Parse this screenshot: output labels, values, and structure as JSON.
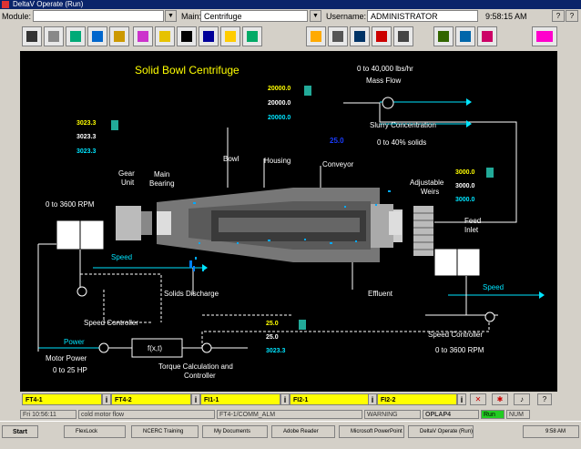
{
  "window": {
    "title": "DeltaV Operate (Run)"
  },
  "topbar": {
    "module_label": "Module:",
    "main_label": "Main:",
    "main_value": "Centrifuge",
    "username_label": "Username:",
    "username_value": "ADMINISTRATOR",
    "time": "9:58:15 AM",
    "help1": "?",
    "help2": "?"
  },
  "display": {
    "title": "Solid Bowl Centrifuge",
    "range_mass_flow": "0 to 40,000 lbs/hr",
    "mass_flow": "Mass Flow",
    "slurry_conc": "Slurry Concentration",
    "range_solids": "0 to 40% solids",
    "center_value": "25.0",
    "labels": {
      "bowl": "Bowl",
      "housing": "Housing",
      "conveyor": "Conveyor",
      "gear": "Gear",
      "unit": "Unit",
      "main": "Main",
      "bearing": "Bearing",
      "adjustable": "Adjustable",
      "weirs": "Weirs",
      "feed": "Feed",
      "inlet": "Inlet",
      "rpm_left": "0 to 3600 RPM",
      "speed_left": "Speed",
      "solids_discharge": "Solids Discharge",
      "effluent": "Effluent",
      "speed_right": "Speed",
      "speed_controller_left": "Speed Controller",
      "speed_controller_right": "Speed Controller",
      "rpm_right": "0 to 3600 RPM",
      "power": "Power",
      "motor_power": "Motor Power",
      "motor_range": "0 to 25 HP",
      "fxt": "f(x,t)",
      "torque1": "Torque Calculation and",
      "torque2": "Controller"
    },
    "values": {
      "mf1": "20000.0",
      "mf2": "20000.0",
      "mf3": "20000.0",
      "left1": "3023.3",
      "left2": "3023.3",
      "left3": "3023.3",
      "right1": "3000.0",
      "right2": "3000.0",
      "right3": "3000.0",
      "bot1": "25.0",
      "bot2": "25.0",
      "bot3": "3023.3"
    },
    "colors": {
      "yellow": "#ffff00",
      "white": "#ffffff",
      "cyan": "#00e5ff",
      "blue": "#1a3cff"
    }
  },
  "alarms": [
    {
      "label": "FT4-1"
    },
    {
      "label": "FT4-2"
    },
    {
      "label": "FI1-1"
    },
    {
      "label": "FI2-1"
    },
    {
      "label": "FI2-2"
    }
  ],
  "info_glyph": "i",
  "status": {
    "date": "Fri 10:56:11",
    "msg": "cold motor flow",
    "comm": "FT4-1/COMM_ALM",
    "warn": "WARNING",
    "node": "OPLAP4",
    "run": "Run",
    "num": "NUM"
  },
  "taskbar": {
    "start": "Start",
    "items": [
      "FlexLock",
      "NCERC Training",
      "My Documents",
      "Adobe Reader",
      "Microsoft PowerPoint - [...",
      "DeltaV Operate (Run)"
    ],
    "clock": "9:58 AM"
  }
}
